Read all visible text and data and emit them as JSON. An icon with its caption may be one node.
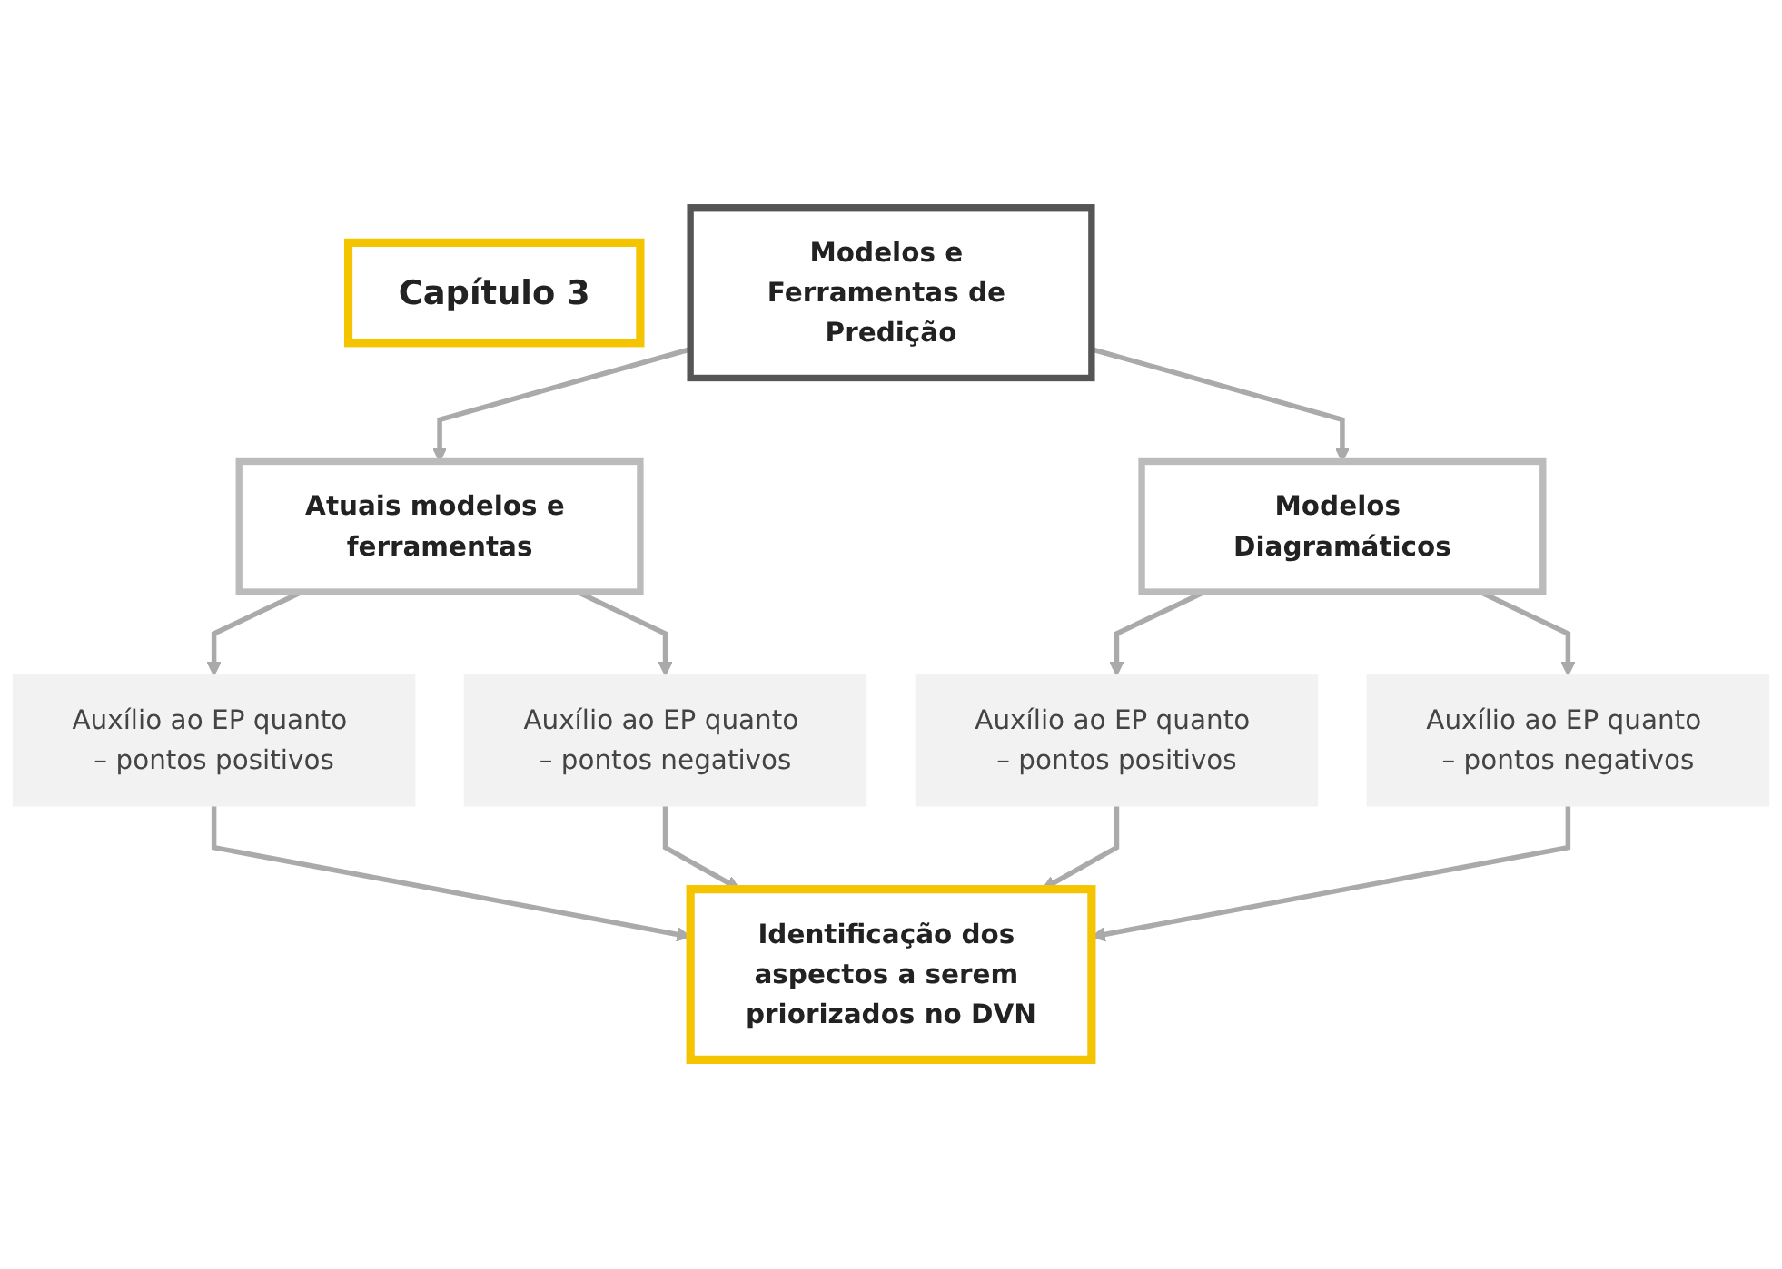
{
  "diagram": {
    "nodes": [
      {
        "text": [
          "Capítulo 3"
        ]
      },
      {
        "text": [
          "Modelos e Ferramentas de Predição"
        ]
      },
      {
        "text": [
          "Atuais modelos e ferramentas"
        ]
      },
      {
        "text": [
          "Modelos Diagramáticos"
        ]
      },
      {
        "text": [
          "Auxílio ao EP quanto – pontos positivos"
        ]
      },
      {
        "text": [
          "Auxílio ao EP quanto – pontos negativos"
        ]
      },
      {
        "text": [
          "Auxílio ao EP quanto – pontos positivos"
        ]
      },
      {
        "text": [
          "Auxílio ao EP quanto – pontos negativos"
        ]
      },
      {
        "text": [
          "Identificação dos aspectos a serem priorizados no DVN"
        ]
      }
    ],
    "edges": [
      {
        "from": 1,
        "to": 2,
        "arrow": "to"
      },
      {
        "from": 1,
        "to": 3,
        "arrow": "to"
      },
      {
        "from": 2,
        "to": 4,
        "arrow": "to"
      },
      {
        "from": 2,
        "to": 5,
        "arrow": "to"
      },
      {
        "from": 3,
        "to": 6,
        "arrow": "to"
      },
      {
        "from": 3,
        "to": 7,
        "arrow": "to"
      },
      {
        "from": 4,
        "to": 8,
        "arrow": "to"
      },
      {
        "from": 5,
        "to": 8,
        "arrow": "to"
      },
      {
        "from": 6,
        "to": 8,
        "arrow": "to"
      },
      {
        "from": 7,
        "to": 8,
        "arrow": "to"
      }
    ]
  }
}
